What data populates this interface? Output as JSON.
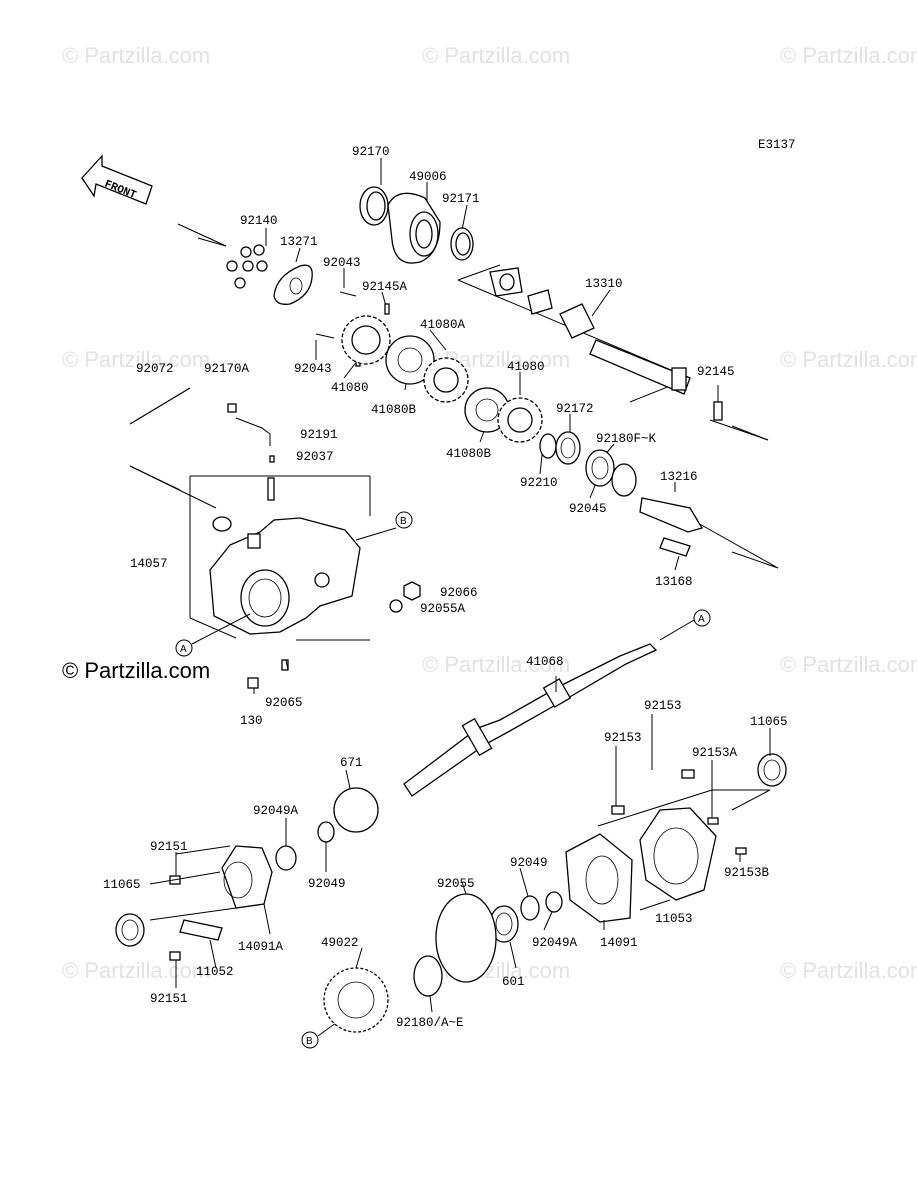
{
  "diagram_code": "E3137",
  "brand_watermark": "© Partzilla.com",
  "front_label": "FRONT",
  "callouts": {
    "A1": "A",
    "A2": "A",
    "B1": "B",
    "B2": "B"
  },
  "labels": {
    "p92170": "92170",
    "p49006": "49006",
    "p92171": "92171",
    "p92140": "92140",
    "p13271": "13271",
    "p92043a": "92043",
    "p92145A": "92145A",
    "p13310": "13310",
    "p41080A": "41080A",
    "p92043b": "92043",
    "p41080a": "41080",
    "p41080B": "41080B",
    "p41080b": "41080",
    "p92172": "92172",
    "p92180FK": "92180F~K",
    "p92145": "92145",
    "p92072": "92072",
    "p92170A": "92170A",
    "p92191": "92191",
    "p92037": "92037",
    "p41080B2": "41080B",
    "p92210": "92210",
    "p92045": "92045",
    "p13216": "13216",
    "p14057": "14057",
    "p92066": "92066",
    "p92055A": "92055A",
    "p13168": "13168",
    "p41068": "41068",
    "p130": "130",
    "p92065": "92065",
    "p92153a": "92153",
    "p92153b": "92153",
    "p11065a": "11065",
    "p92153A": "92153A",
    "p671": "671",
    "p92049A": "92049A",
    "p92151a": "92151",
    "p11065b": "11065",
    "p92049a": "92049",
    "p92049b": "92049",
    "p92055": "92055",
    "p92153B": "92153B",
    "p92049A2": "92049A",
    "p14091": "14091",
    "p11053": "11053",
    "p14091A": "14091A",
    "p11052": "11052",
    "p601": "601",
    "p49022": "49022",
    "p92151b": "92151",
    "p92180AE": "92180/A~E"
  }
}
